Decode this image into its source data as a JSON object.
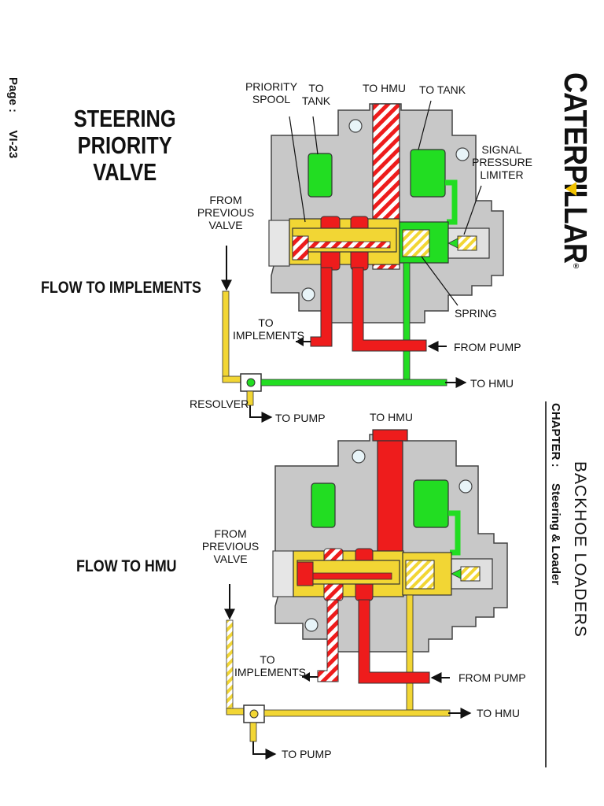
{
  "page": {
    "label": "Page :",
    "number": "VI-23"
  },
  "title": {
    "line1": "STEERING PRIORITY",
    "line2": "VALVE"
  },
  "brand": {
    "logo": "CATERPILLAR",
    "mark": "®"
  },
  "chapter": {
    "book": "BACKHOE LOADERS",
    "label": "CHAPTER :",
    "name": "Steering & Loader"
  },
  "top": {
    "section": "FLOW TO IMPLEMENTS",
    "priority_spool": [
      "PRIORITY",
      "SPOOL"
    ],
    "to_tank_left": [
      "TO",
      "TANK"
    ],
    "to_hmu_top": "TO HMU",
    "to_tank_right": "TO TANK",
    "signal_limiter": [
      "SIGNAL",
      "PRESSURE",
      "LIMITER"
    ],
    "from_previous": [
      "FROM",
      "PREVIOUS",
      "VALVE"
    ],
    "spring": "SPRING",
    "to_implements": [
      "TO",
      "IMPLEMENTS"
    ],
    "from_pump": "FROM PUMP",
    "to_hmu_right": "TO HMU",
    "resolver": "RESOLVER",
    "to_pump": "TO PUMP"
  },
  "bottom": {
    "section": "FLOW TO HMU",
    "to_hmu_top": "TO HMU",
    "from_previous": [
      "FROM",
      "PREVIOUS",
      "VALVE"
    ],
    "to_implements": [
      "TO",
      "IMPLEMENTS"
    ],
    "from_pump": "FROM PUMP",
    "to_hmu_right": "TO HMU",
    "to_pump": "TO PUMP"
  },
  "colors": {
    "body": "#c8c8c8",
    "supply": "#ee1c1c",
    "signal": "#22dd22",
    "yellow": "#f2d634",
    "outline": "#333333"
  }
}
